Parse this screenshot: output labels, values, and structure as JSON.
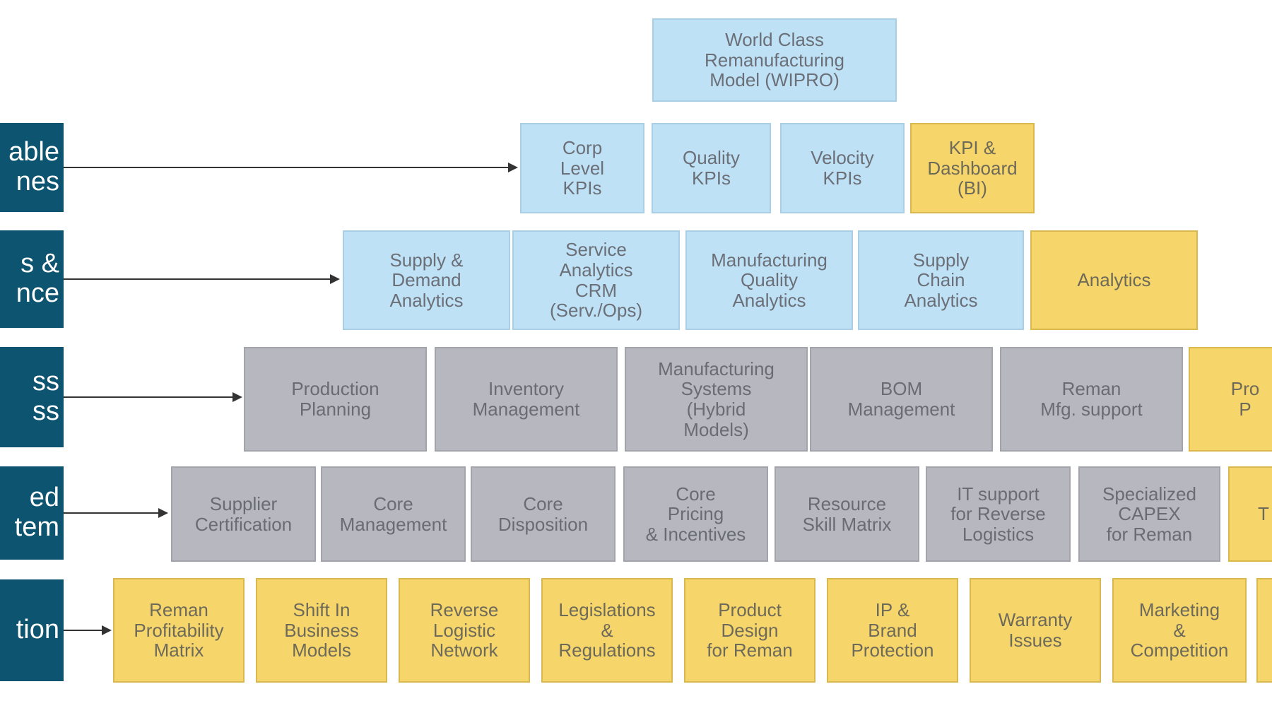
{
  "top": {
    "text": "World Class\nRemanufacturing\nModel (WIPRO)"
  },
  "row_labels": [
    "able\nnes",
    "s &\nnce",
    "ss\nss",
    "ed\ntem",
    "tion"
  ],
  "rows": [
    {
      "items": [
        {
          "text": "Corp\nLevel\nKPIs",
          "style": "blue"
        },
        {
          "text": "Quality\nKPIs",
          "style": "blue"
        },
        {
          "text": "Velocity\nKPIs",
          "style": "blue"
        },
        {
          "text": "KPI &\nDashboard\n(BI)",
          "style": "yellow"
        }
      ]
    },
    {
      "items": [
        {
          "text": "Supply &\nDemand\nAnalytics",
          "style": "blue"
        },
        {
          "text": "Service\nAnalytics\nCRM\n(Serv./Ops)",
          "style": "blue"
        },
        {
          "text": "Manufacturing\nQuality\nAnalytics",
          "style": "blue"
        },
        {
          "text": "Supply\nChain\nAnalytics",
          "style": "blue"
        },
        {
          "text": "Analytics",
          "style": "yellow"
        }
      ]
    },
    {
      "items": [
        {
          "text": "Production\nPlanning",
          "style": "grey"
        },
        {
          "text": "Inventory\nManagement",
          "style": "grey"
        },
        {
          "text": "Manufacturing\nSystems\n(Hybrid\nModels)",
          "style": "grey"
        },
        {
          "text": "BOM\nManagement",
          "style": "grey"
        },
        {
          "text": "Reman\nMfg. support",
          "style": "grey"
        },
        {
          "text": "Pro\nP",
          "style": "yellow"
        }
      ]
    },
    {
      "items": [
        {
          "text": "Supplier\nCertification",
          "style": "grey"
        },
        {
          "text": "Core\nManagement",
          "style": "grey"
        },
        {
          "text": "Core\nDisposition",
          "style": "grey"
        },
        {
          "text": "Core\nPricing\n& Incentives",
          "style": "grey"
        },
        {
          "text": "Resource\nSkill Matrix",
          "style": "grey"
        },
        {
          "text": "IT support\nfor Reverse\nLogistics",
          "style": "grey"
        },
        {
          "text": "Specialized\nCAPEX\nfor Reman",
          "style": "grey"
        },
        {
          "text": "T",
          "style": "yellow"
        }
      ]
    },
    {
      "items": [
        {
          "text": "Reman\nProfitability\nMatrix",
          "style": "yellow"
        },
        {
          "text": "Shift In\nBusiness\nModels",
          "style": "yellow"
        },
        {
          "text": "Reverse\nLogistic\nNetwork",
          "style": "yellow"
        },
        {
          "text": "Legislations\n&\nRegulations",
          "style": "yellow"
        },
        {
          "text": "Product\nDesign\nfor Reman",
          "style": "yellow"
        },
        {
          "text": "IP &\nBrand\nProtection",
          "style": "yellow"
        },
        {
          "text": "Warranty\nIssues",
          "style": "yellow"
        },
        {
          "text": "Marketing\n&\nCompetition",
          "style": "yellow"
        },
        {
          "text": "",
          "style": "yellow"
        }
      ]
    }
  ]
}
